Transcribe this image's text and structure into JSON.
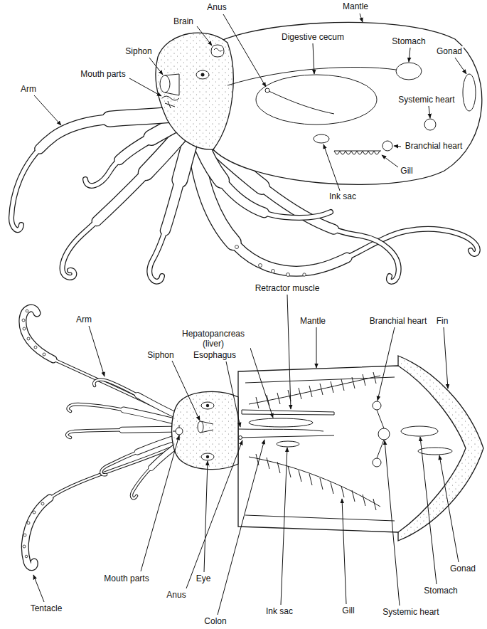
{
  "diagram": {
    "labels": [
      "Anus",
      "Mantle",
      "Brain",
      "Digestive cecum",
      "Stomach",
      "Siphon",
      "Gonad",
      "Mouth parts",
      "Arm",
      "Systemic heart",
      "Branchial heart",
      "Gill",
      "Ink sac",
      "Retractor muscle",
      "Arm",
      "Mantle",
      "Branchial heart",
      "Fin",
      "Hepatopancreas (liver)",
      "Siphon",
      "Esophagus",
      "Gonad",
      "Mouth parts",
      "Eye",
      "Stomach",
      "Anus",
      "Tentacle",
      "Ink sac",
      "Gill",
      "Systemic heart",
      "Colon"
    ]
  }
}
